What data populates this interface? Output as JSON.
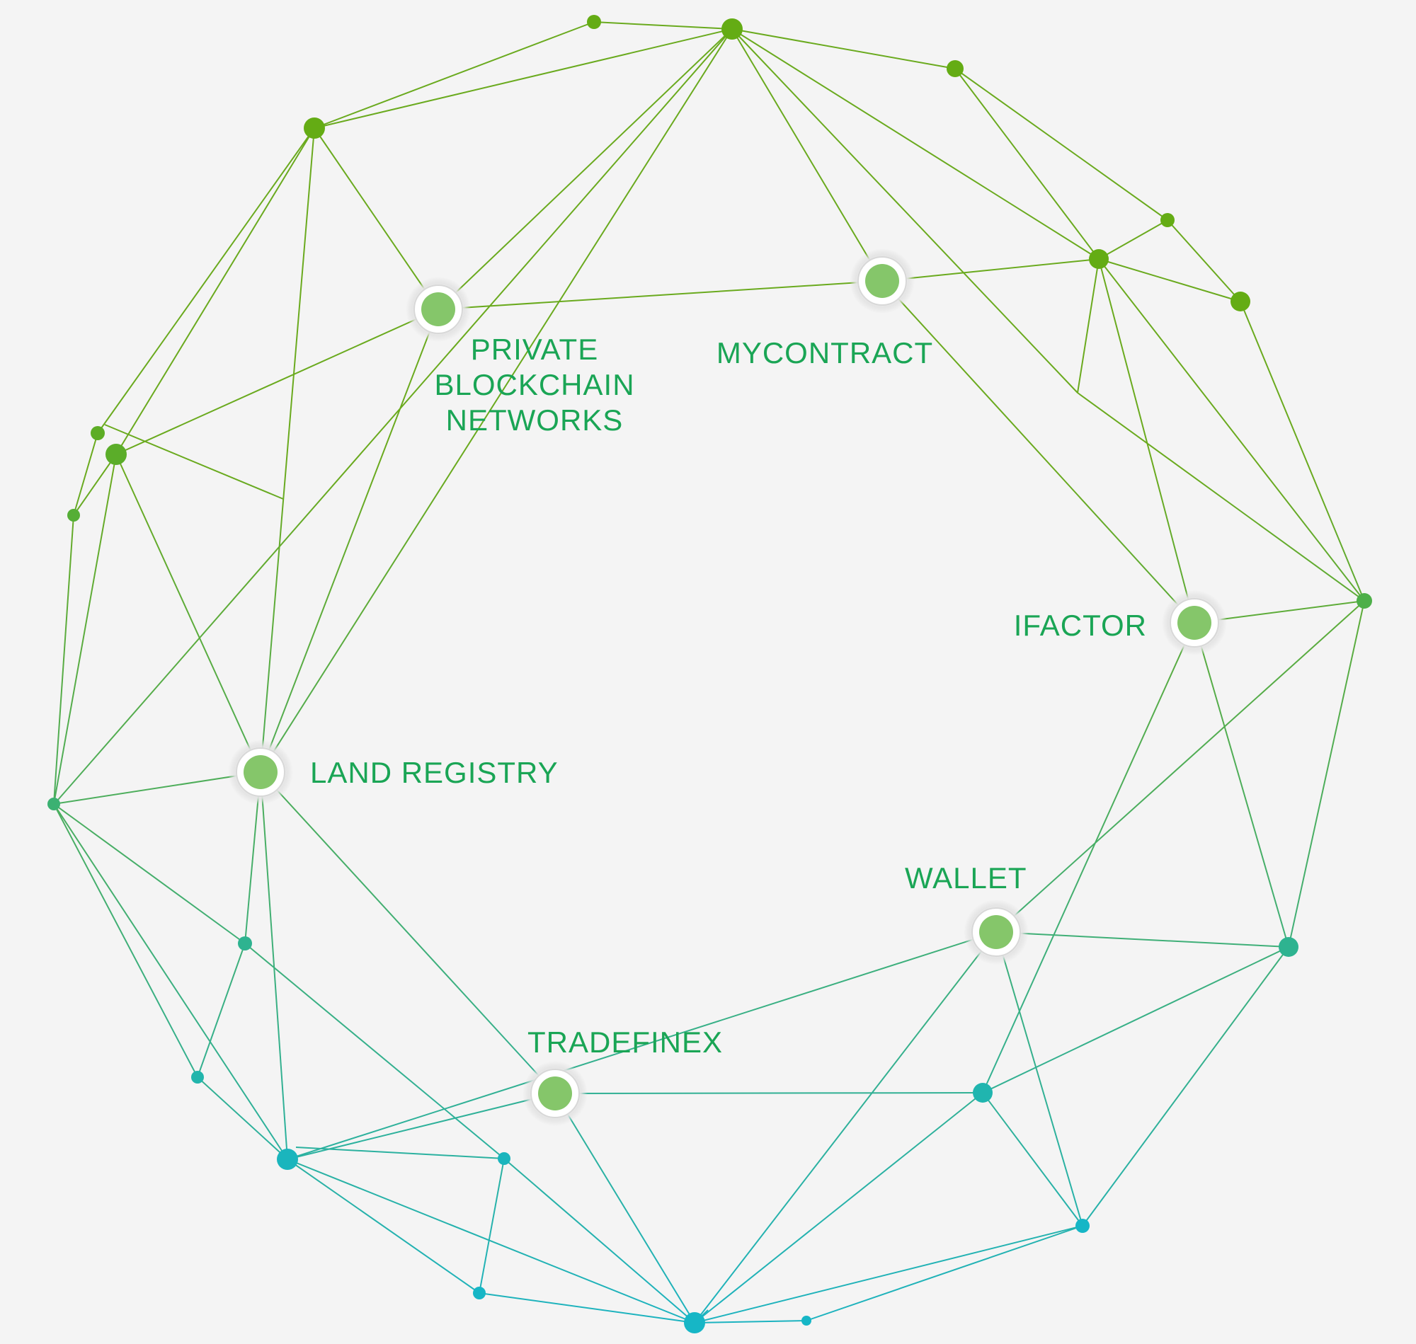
{
  "diagram": {
    "colors": {
      "background": "#f4f4f4",
      "label": "#1aa555",
      "hub_fill": "#85c66a",
      "hub_halo": "#e6e6e6",
      "hub_halo_ring": "#d8d8d8",
      "edge_top": "#6aaa1e",
      "edge_bottom": "#1ab3c4",
      "node_top": "#64ac14",
      "node_bottom": "#16b6c6"
    },
    "hubs": [
      {
        "id": "private",
        "lines": [
          "PRIVATE",
          "BLOCKCHAIN",
          "NETWORKS"
        ]
      },
      {
        "id": "mycontract",
        "lines": [
          "MYCONTRACT"
        ]
      },
      {
        "id": "ifactor",
        "lines": [
          "IFACTOR"
        ]
      },
      {
        "id": "land",
        "lines": [
          "LAND REGISTRY"
        ]
      },
      {
        "id": "wallet",
        "lines": [
          "WALLET"
        ]
      },
      {
        "id": "tradefinex",
        "lines": [
          "TRADEFINEX"
        ]
      }
    ]
  }
}
